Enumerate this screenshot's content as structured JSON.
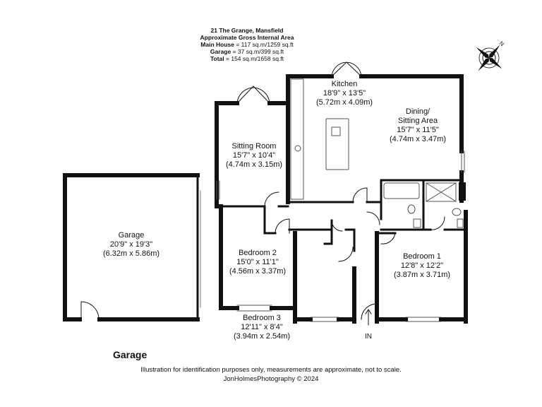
{
  "header": {
    "address": "21 The Grange, Mansfield",
    "gia_title": "Approximate Gross Internal Area",
    "main_house_label": "Main House",
    "main_house_value": "= 117 sq.m/1259 sq.ft",
    "garage_label": "Garage",
    "garage_value": "= 37 sq.m/399 sq.ft",
    "total_label": "Total",
    "total_value": "= 154 sq.m/1658 sq.ft"
  },
  "rooms": {
    "kitchen": {
      "name": "Kitchen",
      "imperial": "18'9\" x 13'5\"",
      "metric": "(5.72m x 4.09m)"
    },
    "dining": {
      "name": "Dining/",
      "name2": "Sitting Area",
      "imperial": "15'7\" x 11'5\"",
      "metric": "(4.74m x 3.47m)"
    },
    "sitting": {
      "name": "Sitting Room",
      "imperial": "15'7\" x 10'4\"",
      "metric": "(4.74m x 3.15m)"
    },
    "garage": {
      "name": "Garage",
      "imperial": "20'9\" x 19'3\"",
      "metric": "(6.32m x 5.86m)"
    },
    "bedroom2": {
      "name": "Bedroom 2",
      "imperial": "15'0\" x 11'1\"",
      "metric": "(4.56m x 3.37m)"
    },
    "bedroom3": {
      "name": "Bedroom 3",
      "imperial": "12'11\" x 8'4\"",
      "metric": "(3.94m x 2.54m)"
    },
    "bedroom1": {
      "name": "Bedroom 1",
      "imperial": "12'8\" x 12'2\"",
      "metric": "(3.87m x 3.71m)"
    }
  },
  "entrance_label": "IN",
  "compass": {
    "north": "N"
  },
  "footer": {
    "title": "Garage",
    "disclaimer": "Illustration for identification purposes only, measurements are approximate, not to scale.",
    "credit": "JonHolmesPhotography © 2024"
  }
}
